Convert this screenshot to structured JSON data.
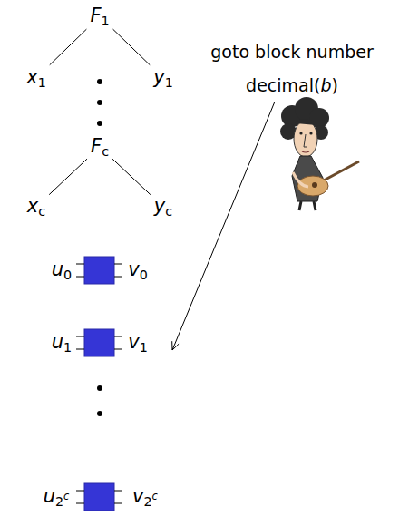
{
  "diagram": {
    "nodes": [
      {
        "text": [
          "F1"
        ]
      },
      {
        "text": [
          "x1"
        ]
      },
      {
        "text": [
          "y1"
        ]
      },
      {
        "text": [
          "Fc"
        ]
      },
      {
        "text": [
          "xc"
        ]
      },
      {
        "text": [
          "yc"
        ]
      }
    ],
    "edges": [
      {
        "from": 0,
        "to": 1,
        "arrow": "none"
      },
      {
        "from": 0,
        "to": 2,
        "arrow": "none"
      },
      {
        "from": 3,
        "to": 4,
        "arrow": "none"
      },
      {
        "from": 3,
        "to": 5,
        "arrow": "none"
      }
    ],
    "labels": [
      "goto block number",
      "decimal(b)",
      "u0",
      "v0",
      "u1",
      "v1",
      "u2c",
      "v2c"
    ]
  }
}
